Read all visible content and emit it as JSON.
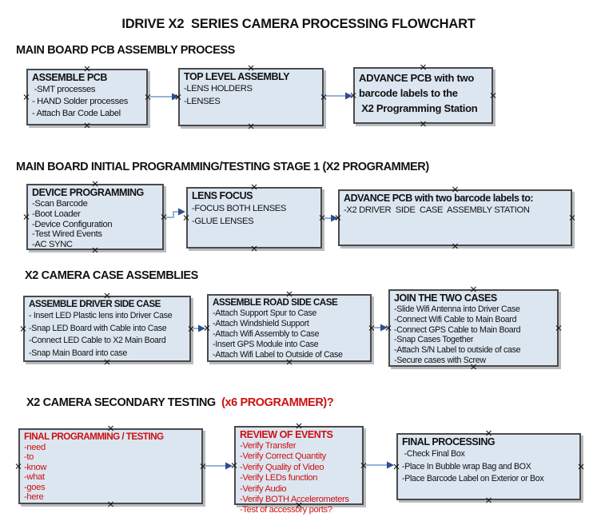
{
  "title": "IDRIVE X2  SERIES CAMERA PROCESSING FLOWCHART",
  "colors": {
    "box_fill": "#dce6f1",
    "box_border": "#4a4a4a",
    "red_text": "#cc1111",
    "arrow_line": "#95b3d7",
    "arrow_head": "#2e4d8e",
    "text": "#111111"
  },
  "icons": {
    "connection_point_icon": "×",
    "flow_arrow_icon": "→"
  },
  "sections": [
    {
      "heading": "MAIN BOARD PCB ASSEMBLY PROCESS"
    },
    {
      "heading": "MAIN BOARD INITIAL PROGRAMMING/TESTING STAGE 1 (X2 PROGRAMMER)"
    },
    {
      "heading": "X2 CAMERA CASE ASSEMBLIES"
    },
    {
      "heading": "X2 CAMERA SECONDARY TESTING ",
      "heading_red": " (x6 PROGRAMMER)?"
    }
  ],
  "boxes": [
    {
      "id": "assemble-pcb",
      "title": "ASSEMBLE PCB",
      "items": [
        " -SMT processes",
        "- HAND Solder processes",
        "- Attach Bar Code Label"
      ]
    },
    {
      "id": "top-level-assembly",
      "title": "TOP LEVEL ASSEMBLY",
      "items": [
        "-LENS HOLDERS",
        "-LENSES"
      ]
    },
    {
      "id": "advance-pcb-programming-station",
      "title": "ADVANCE PCB with two",
      "items": [
        "barcode labels to the",
        " X2 Programming Station"
      ]
    },
    {
      "id": "device-programming",
      "title": "DEVICE PROGRAMMING",
      "items": [
        "-Scan Barcode",
        "-Boot Loader",
        "-Device Configuration",
        "-Test Wired Events",
        "-AC SYNC"
      ]
    },
    {
      "id": "lens-focus",
      "title": "LENS FOCUS",
      "items": [
        "-FOCUS BOTH LENSES",
        "-GLUE LENSES"
      ]
    },
    {
      "id": "advance-pcb-driver-side",
      "title": "ADVANCE PCB with two barcode labels to:",
      "items": [
        "-X2 DRIVER  SIDE  CASE  ASSEMBLY STATION"
      ]
    },
    {
      "id": "assemble-driver-side-case",
      "title": "ASSEMBLE DRIVER SIDE CASE",
      "items": [
        "- Insert LED Plastic lens into Driver Case",
        "-Snap LED Board with Cable into Case",
        "-Connect LED Cable to X2 Main Board",
        "-Snap Main Board into case"
      ]
    },
    {
      "id": "assemble-road-side-case",
      "title": "ASSEMBLE ROAD SIDE CASE",
      "items": [
        "-Attach Support Spur to Case",
        "-Attach Windshield Support",
        "-Attach Wifi Assembly to Case",
        "-Insert GPS Module into Case",
        "-Attach Wifi Label to Outside of Case"
      ]
    },
    {
      "id": "join-the-two-cases",
      "title": "JOIN THE TWO CASES",
      "items": [
        "-Slide Wifi Antenna into Driver Case",
        "-Connect Wifi Cable to Main Board",
        "-Connect GPS Cable to Main Board",
        "-Snap Cases Together",
        "-Attach S/N Label to outside of case",
        "-Secure cases with Screw"
      ]
    },
    {
      "id": "final-programming-testing",
      "title": "FINAL PROGRAMMING / TESTING",
      "items": [
        "-need",
        "-to",
        "-know",
        "-what",
        "-goes",
        "-here"
      ]
    },
    {
      "id": "review-of-events",
      "title": "REVIEW OF EVENTS",
      "items": [
        "-Verify Transfer",
        "-Verify Correct Quantity",
        "-Verify Quality of Video",
        "-Verify LEDs function",
        "-Verify Audio",
        "-Verify BOTH Accelerometers",
        "-Test of accessory ports?"
      ]
    },
    {
      "id": "final-processing",
      "title": "FINAL PROCESSING",
      "items": [
        " -Check Final Box",
        "-Place In Bubble wrap Bag and BOX",
        "-Place Barcode Label on Exterior or Box"
      ]
    }
  ]
}
